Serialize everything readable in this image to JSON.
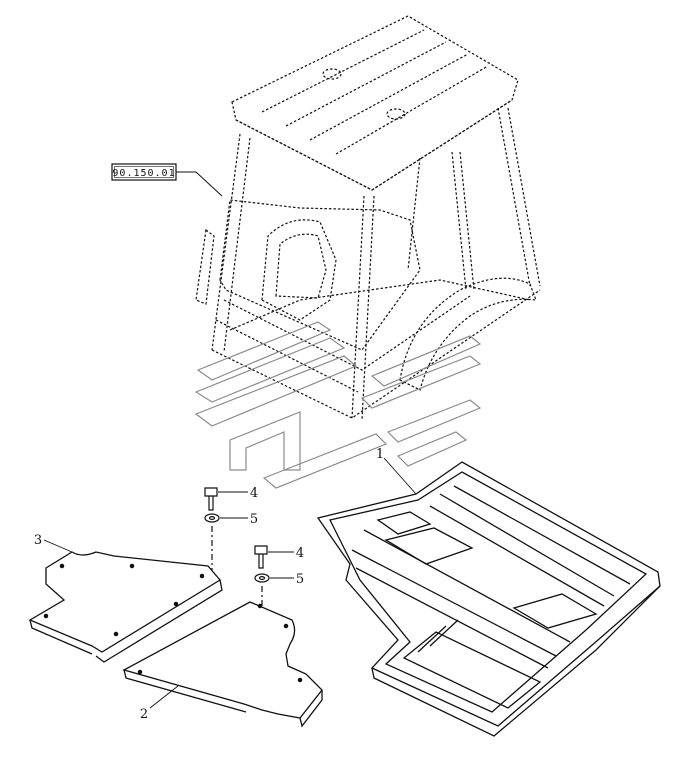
{
  "diagram": {
    "reference_box": "90.150.01",
    "callouts": {
      "floor_mat": "1",
      "right_mat": "2",
      "left_mat": "3",
      "bolt_upper": "4",
      "washer_upper": "5",
      "bolt_lower": "4",
      "washer_lower": "5"
    }
  },
  "colors": {
    "line": "#111111",
    "watermark": "#8a8a8a",
    "background": "#ffffff"
  }
}
